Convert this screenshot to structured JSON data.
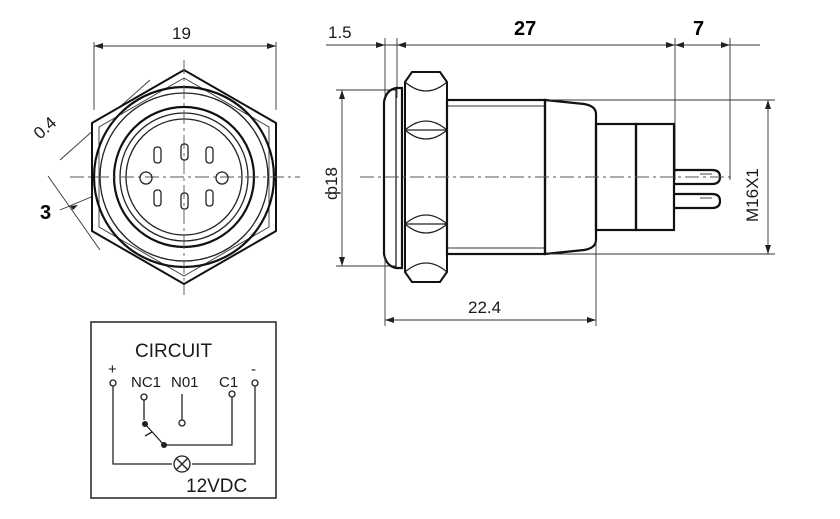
{
  "front_view": {
    "width_label": "19",
    "chamfer_label": "0.4",
    "ring_label": "3"
  },
  "side_view": {
    "flange_label": "1.5",
    "body_length_label": "27",
    "terminal_length_label": "7",
    "diameter_label": "ф18",
    "thread_label": "M16X1",
    "overall_label": "22.4"
  },
  "circuit": {
    "title": "CIRCUIT",
    "plus": "+",
    "minus": "-",
    "nc": "NC1",
    "no": "N01",
    "c": "C1",
    "voltage": "12VDC"
  }
}
